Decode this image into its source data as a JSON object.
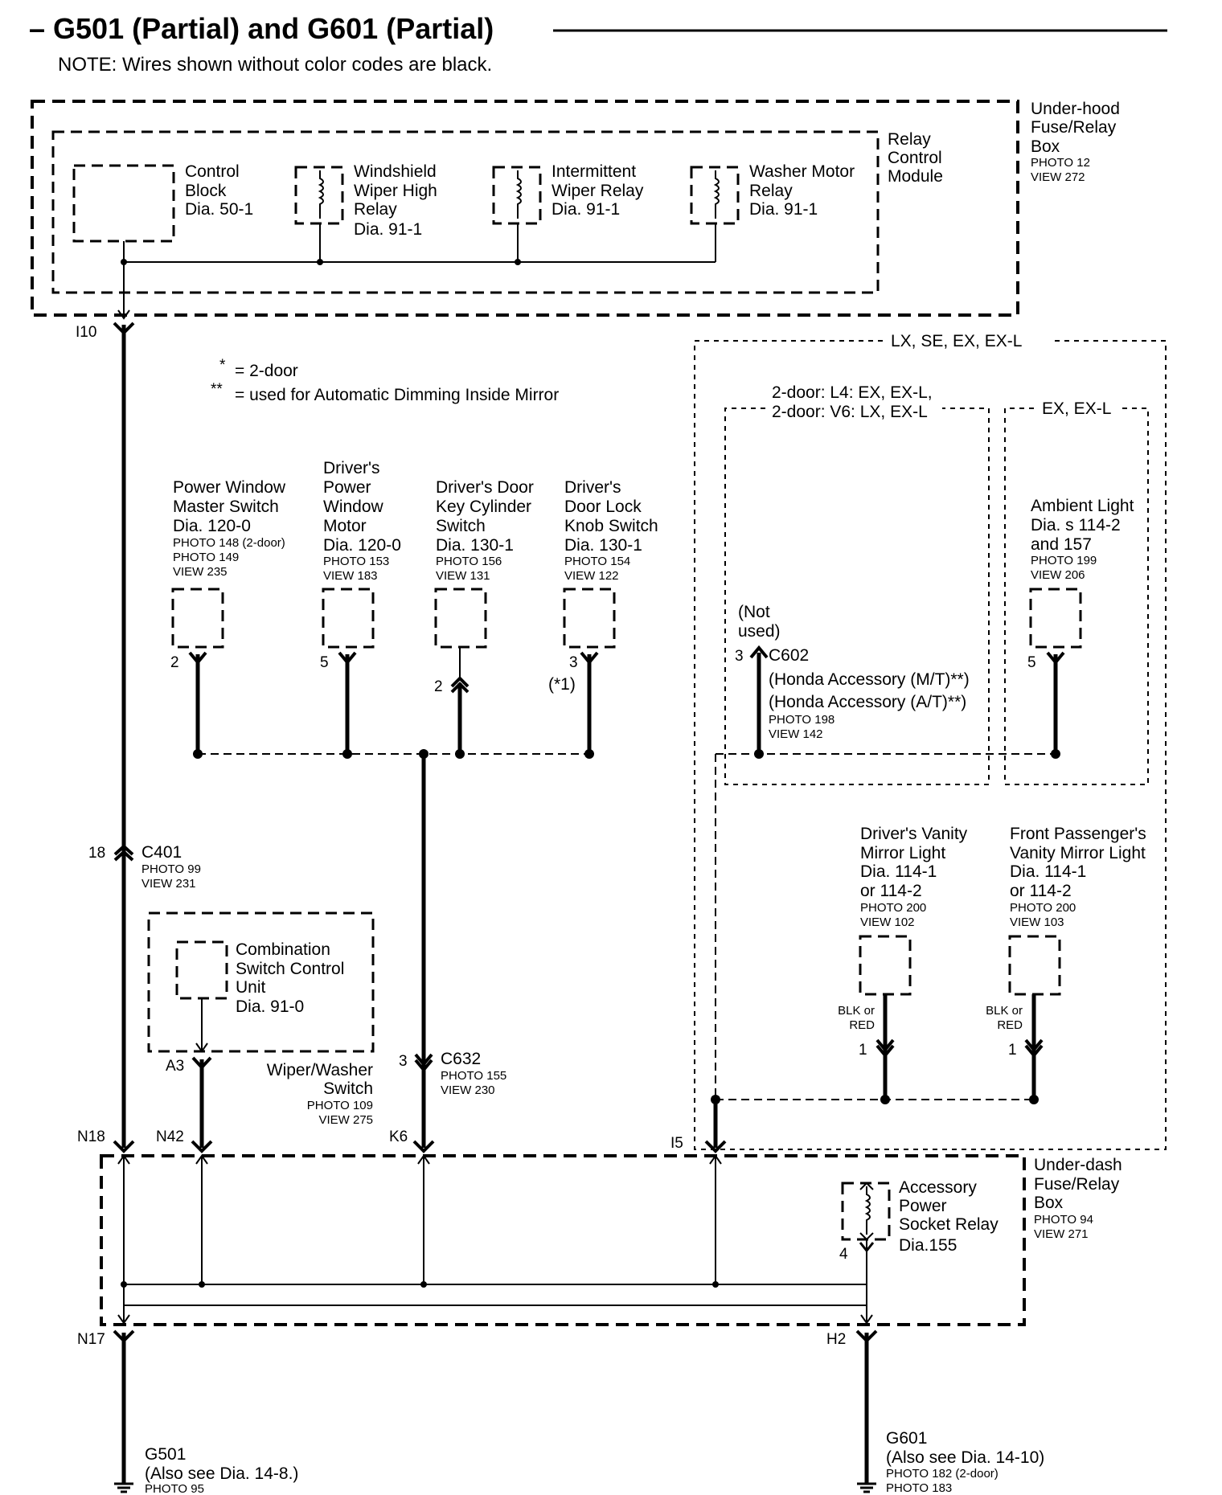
{
  "header": {
    "title": "– G501 (Partial) and G601 (Partial)",
    "note": "NOTE: Wires shown without color codes are black."
  },
  "underhood_box": {
    "lines": [
      "Under-hood",
      "Fuse/Relay",
      "Box"
    ],
    "photo": "PHOTO 12",
    "view": "VIEW 272"
  },
  "relay_module": {
    "lines": [
      "Relay",
      "Control",
      "Module"
    ]
  },
  "control_block": {
    "lines": [
      "Control",
      "Block",
      "Dia. 50-1"
    ]
  },
  "wiper_high_relay": {
    "lines": [
      "Windshield",
      "Wiper High",
      "Relay",
      "Dia. 91-1"
    ]
  },
  "intermittent_relay": {
    "lines": [
      "Intermittent",
      "Wiper Relay",
      "Dia. 91-1"
    ]
  },
  "washer_relay": {
    "lines": [
      "Washer Motor",
      "Relay",
      "Dia. 91-1"
    ]
  },
  "legend": {
    "star1": "*",
    "star1_text": "=  2-door",
    "star2": "**",
    "star2_text": "=  used for Automatic Dimming Inside Mirror"
  },
  "pins": {
    "i10": "I10",
    "c401": "18",
    "a3": "A3",
    "c632": "3",
    "n18": "N18",
    "n42": "N42",
    "k6": "K6",
    "i5": "I5",
    "n17": "N17",
    "h2": "H2",
    "pw_master": "2",
    "pw_motor": "5",
    "key_cyl": "2",
    "door_lock": "3",
    "c602": "3",
    "ambient": "5",
    "vanity_drv": "1",
    "vanity_pass": "1",
    "relay4": "4"
  },
  "power_window_master": {
    "lines": [
      "Power Window",
      "Master Switch",
      "Dia.  120-0"
    ],
    "photos": [
      "PHOTO 148 (2-door)",
      "PHOTO 149",
      "VIEW 235"
    ]
  },
  "power_window_motor": {
    "lines": [
      "Driver's",
      "Power",
      "Window",
      "Motor",
      "Dia.  120-0"
    ],
    "photos": [
      "PHOTO 153",
      "VIEW 183"
    ]
  },
  "key_cylinder": {
    "lines": [
      "Driver's Door",
      "Key Cylinder",
      "Switch",
      "Dia.  130-1"
    ],
    "photos": [
      "PHOTO 156",
      "VIEW 131"
    ]
  },
  "door_lock_knob": {
    "lines": [
      "Driver's",
      "Door Lock",
      "Knob Switch",
      "Dia.  130-1"
    ],
    "photos": [
      "PHOTO 154",
      "VIEW 122"
    ],
    "note": "(*1)"
  },
  "region_top": {
    "label": "LX, SE, EX, EX-L"
  },
  "region_2door": {
    "lines": [
      "2-door: L4: EX, EX-L,",
      "2-door: V6: LX, EX-L"
    ]
  },
  "region_ex": {
    "label": "EX, EX-L"
  },
  "ambient_light": {
    "lines": [
      "Ambient Light",
      "Dia.  s  114-2",
      "and 157"
    ],
    "photos": [
      "PHOTO 199",
      "VIEW 206"
    ]
  },
  "c602": {
    "not_used": [
      "(Not",
      "used)"
    ],
    "name": "C602",
    "mt": "(Honda Accessory (M/T)**)",
    "at": "(Honda Accessory (A/T)**)",
    "photos": [
      "PHOTO 198",
      "VIEW 142"
    ]
  },
  "c401": {
    "name": "C401",
    "photos": [
      "PHOTO 99",
      "VIEW 231"
    ]
  },
  "combo_switch": {
    "lines": [
      "Combination",
      "Switch Control",
      "Unit",
      "Dia. 91-0"
    ]
  },
  "wiper_washer": {
    "lines": [
      "Wiper/Washer",
      "Switch"
    ],
    "photos": [
      "PHOTO 109",
      "VIEW 275"
    ]
  },
  "c632": {
    "name": "C632",
    "photos": [
      "PHOTO 155",
      "VIEW 230"
    ]
  },
  "vanity_driver": {
    "lines": [
      "Driver's Vanity",
      "Mirror Light",
      "Dia. 114-1",
      "or 114-2"
    ],
    "photos": [
      "PHOTO 200",
      "VIEW 102"
    ],
    "color": [
      "BLK or",
      "RED"
    ]
  },
  "vanity_pass": {
    "lines": [
      "Front Passenger's",
      "Vanity Mirror Light",
      "Dia. 114-1",
      "or 114-2"
    ],
    "photos": [
      "PHOTO 200",
      "VIEW 103"
    ],
    "color": [
      "BLK or",
      "RED"
    ]
  },
  "underdash_box": {
    "lines": [
      "Under-dash",
      "Fuse/Relay",
      "Box"
    ],
    "photo": "PHOTO 94",
    "view": "VIEW 271"
  },
  "accessory_relay": {
    "lines": [
      "Accessory",
      "Power",
      "Socket Relay",
      "Dia.155"
    ]
  },
  "g501": {
    "name": "G501",
    "see": "(Also see Dia. 14-8.)",
    "photo": "PHOTO 95"
  },
  "g601": {
    "name": "G601",
    "see": "(Also see Dia. 14-10)",
    "photos": [
      "PHOTO 182 (2-door)",
      "PHOTO 183"
    ]
  }
}
